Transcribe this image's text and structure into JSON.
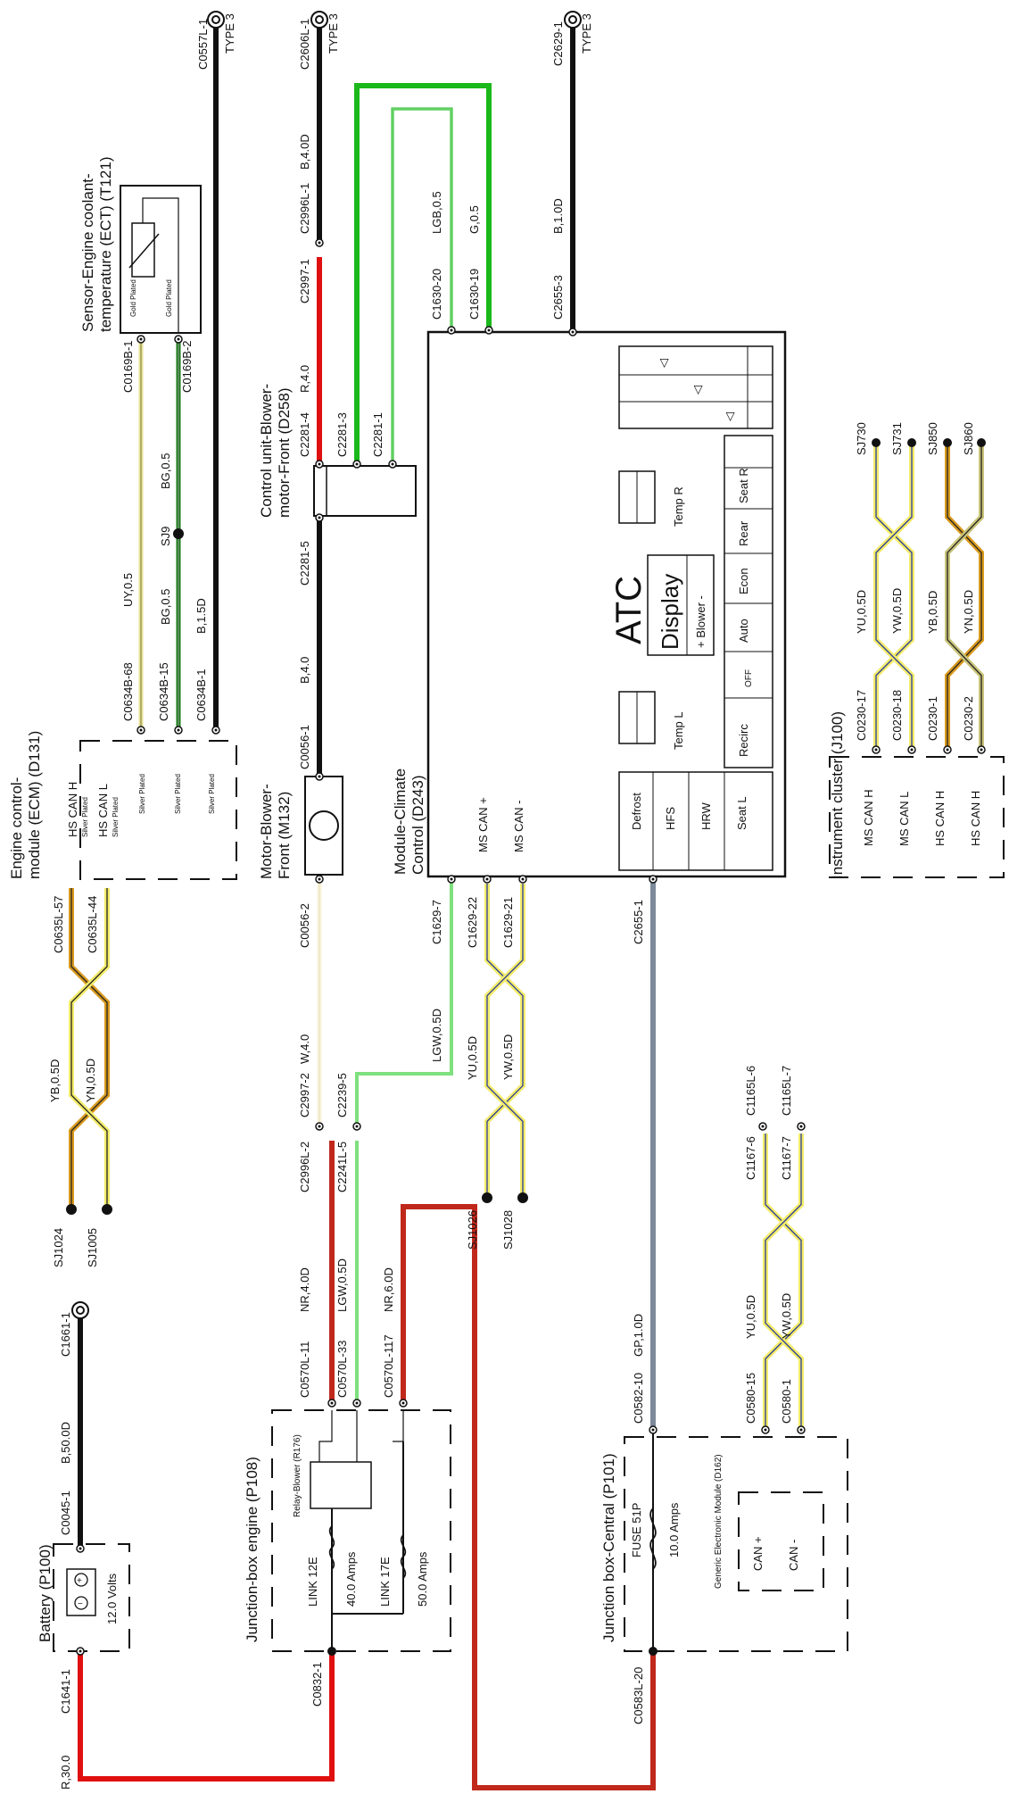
{
  "colors": {
    "black": "#111111",
    "red": "#e01010",
    "dark_red": "#c0281c",
    "green": "#1bb81b",
    "light_green": "#7ee07e",
    "yellow": "#f3ec6a",
    "olive": "#c9c47a",
    "orange": "#d99a1e",
    "blue": "#2a3a9a",
    "grey_blue": "#7c8a9a",
    "cream": "#f8f3dc"
  },
  "components": {
    "battery": {
      "title": "Battery (P100)",
      "volts": "12.0 Volts",
      "pin_in": "C1641-1",
      "pin_out": "C0045-1",
      "wire_out": "B,50.0D",
      "ground": "C1661-1",
      "wire_in": "R,30.0"
    },
    "jb_engine": {
      "title": "Junction-box engine (P108)",
      "relay": "Relay-Blower (R176)",
      "link1": "LINK 12E",
      "link1_amps": "40.0 Amps",
      "link2": "LINK 17E",
      "link2_amps": "50.0 Amps",
      "pin_in": "C0832-1",
      "pin_a": "C0570L-11",
      "pin_b": "C0570L-33",
      "pin_c": "C0570L-117"
    },
    "jb_central": {
      "title": "Junction box-Central (P101)",
      "fuse": "FUSE 51P",
      "fuse_amps": "10.0 Amps",
      "gem": "Generic Electronic Module (D162)",
      "can_plus": "CAN +",
      "can_minus": "CAN -",
      "pin_in": "C0583L-20",
      "pin_out": "C0582-10",
      "pin_can1": "C0580-15",
      "pin_can2": "C0580-1"
    },
    "ecm": {
      "title_a": "Engine control-",
      "title_b": "module (ECM) (D131)",
      "can_h": "HS CAN H",
      "can_l": "HS CAN L",
      "plated": "Silver Plated",
      "pin1": "C0634B-68",
      "pin2": "C0634B-15",
      "pin3": "C0634B-1",
      "pin_can1": "C0635L-57",
      "pin_can2": "C0635L-44"
    },
    "ect": {
      "title_a": "Sensor-Engine coolant-",
      "title_b": "temperature (ECT) (T121)",
      "plated": "Gold Plated",
      "pin1": "C0169B-1",
      "pin2": "C0169B-2"
    },
    "motor": {
      "title_a": "Motor-Blower-",
      "title_b": "Front (M132)",
      "pin_top": "C0056-1",
      "pin_bot": "C0056-2"
    },
    "control_unit": {
      "title_a": "Control unit-Blower-",
      "title_b": "motor-Front (D258)",
      "pin4": "C2281-4",
      "pin3": "C2281-3",
      "pin1": "C2281-1",
      "pin5": "C2281-5"
    },
    "atc": {
      "title_a": "Module-Climate",
      "title_b": "Control (D243)",
      "atc": "ATC",
      "display": "Display",
      "blower": "+ Blower -",
      "temp_l": "Temp L",
      "temp_r": "Temp R",
      "ms_can_plus": "MS CAN +",
      "ms_can_minus": "MS CAN -",
      "buttons_left": [
        "Defrost",
        "HFS",
        "HRW",
        "Seat L"
      ],
      "buttons_bottom": [
        "Recirc",
        "OFF",
        "Auto",
        "Econ",
        "Rear",
        "Seat R"
      ],
      "pin_top1": "C1630-20",
      "pin_top2": "C1630-19",
      "pin_top3": "C2655-3",
      "pin_bot1": "C1629-7",
      "pin_bot2": "C1629-22",
      "pin_bot3": "C1629-21",
      "pin_bot4": "C2655-1"
    },
    "cluster": {
      "title": "Instrument cluster (J100)",
      "ms_can_h": "MS CAN H",
      "ms_can_l": "MS CAN L",
      "hs_can_h": "HS CAN H",
      "hs_can_h2": "HS CAN H",
      "pin1": "C0230-17",
      "pin2": "C0230-18",
      "pin3": "C0230-1",
      "pin4": "C0230-2"
    }
  },
  "grounds": [
    {
      "id": "C0557L-1",
      "type": "TYPE 3"
    },
    {
      "id": "C2606L-1",
      "type": "TYPE 3"
    },
    {
      "id": "C2629-1",
      "type": "TYPE 3"
    }
  ],
  "wires": {
    "ect1": "UY,0.5",
    "ect2": "BG,0.5",
    "ect2b": "BG,0.5",
    "ecm_gnd": "B,1.5D",
    "sj9": "SJ9",
    "motor_top": "B,4.0",
    "cu_red": "R,4.0",
    "c2996_1": "C2996L-1",
    "c2997_1": "C2997-1",
    "b40d": "B,4.0D",
    "lgb": "LGB,0.5",
    "g05": "G,0.5",
    "b10d": "B,1.0D",
    "w40": "W,4.0",
    "c2997_2": "C2997-2",
    "c2996_2": "C2996L-2",
    "nr40": "NR,4.0D",
    "c2239": "C2239-5",
    "c2241": "C2241L-5",
    "lgw": "LGW,0.5D",
    "lgw2": "LGW,0.5D",
    "nr60": "NR,6.0D",
    "gp10": "GP,1.0D",
    "ms_yu": "YU,0.5D",
    "ms_yw": "YW,0.5D",
    "sj1026": "SJ1026",
    "sj1028": "SJ1028",
    "ecm_yb": "YB,0.5D",
    "ecm_yn": "YN,0.5D",
    "sj1024": "SJ1024",
    "sj1005": "SJ1005",
    "gem_yu": "YU,0.5D",
    "gem_yw": "YW,0.5D",
    "c1167_6": "C1167-6",
    "c1165_6": "C1165L-6",
    "c1167_7": "C1167-7",
    "c1165_7": "C1165L-7",
    "cl_yu": "YU,0.5D",
    "cl_yw": "YW,0.5D",
    "cl_yb": "YB,0.5D",
    "cl_yn": "YN,0.5D",
    "sj730": "SJ730",
    "sj731": "SJ731",
    "sj850": "SJ850",
    "sj860": "SJ860"
  }
}
